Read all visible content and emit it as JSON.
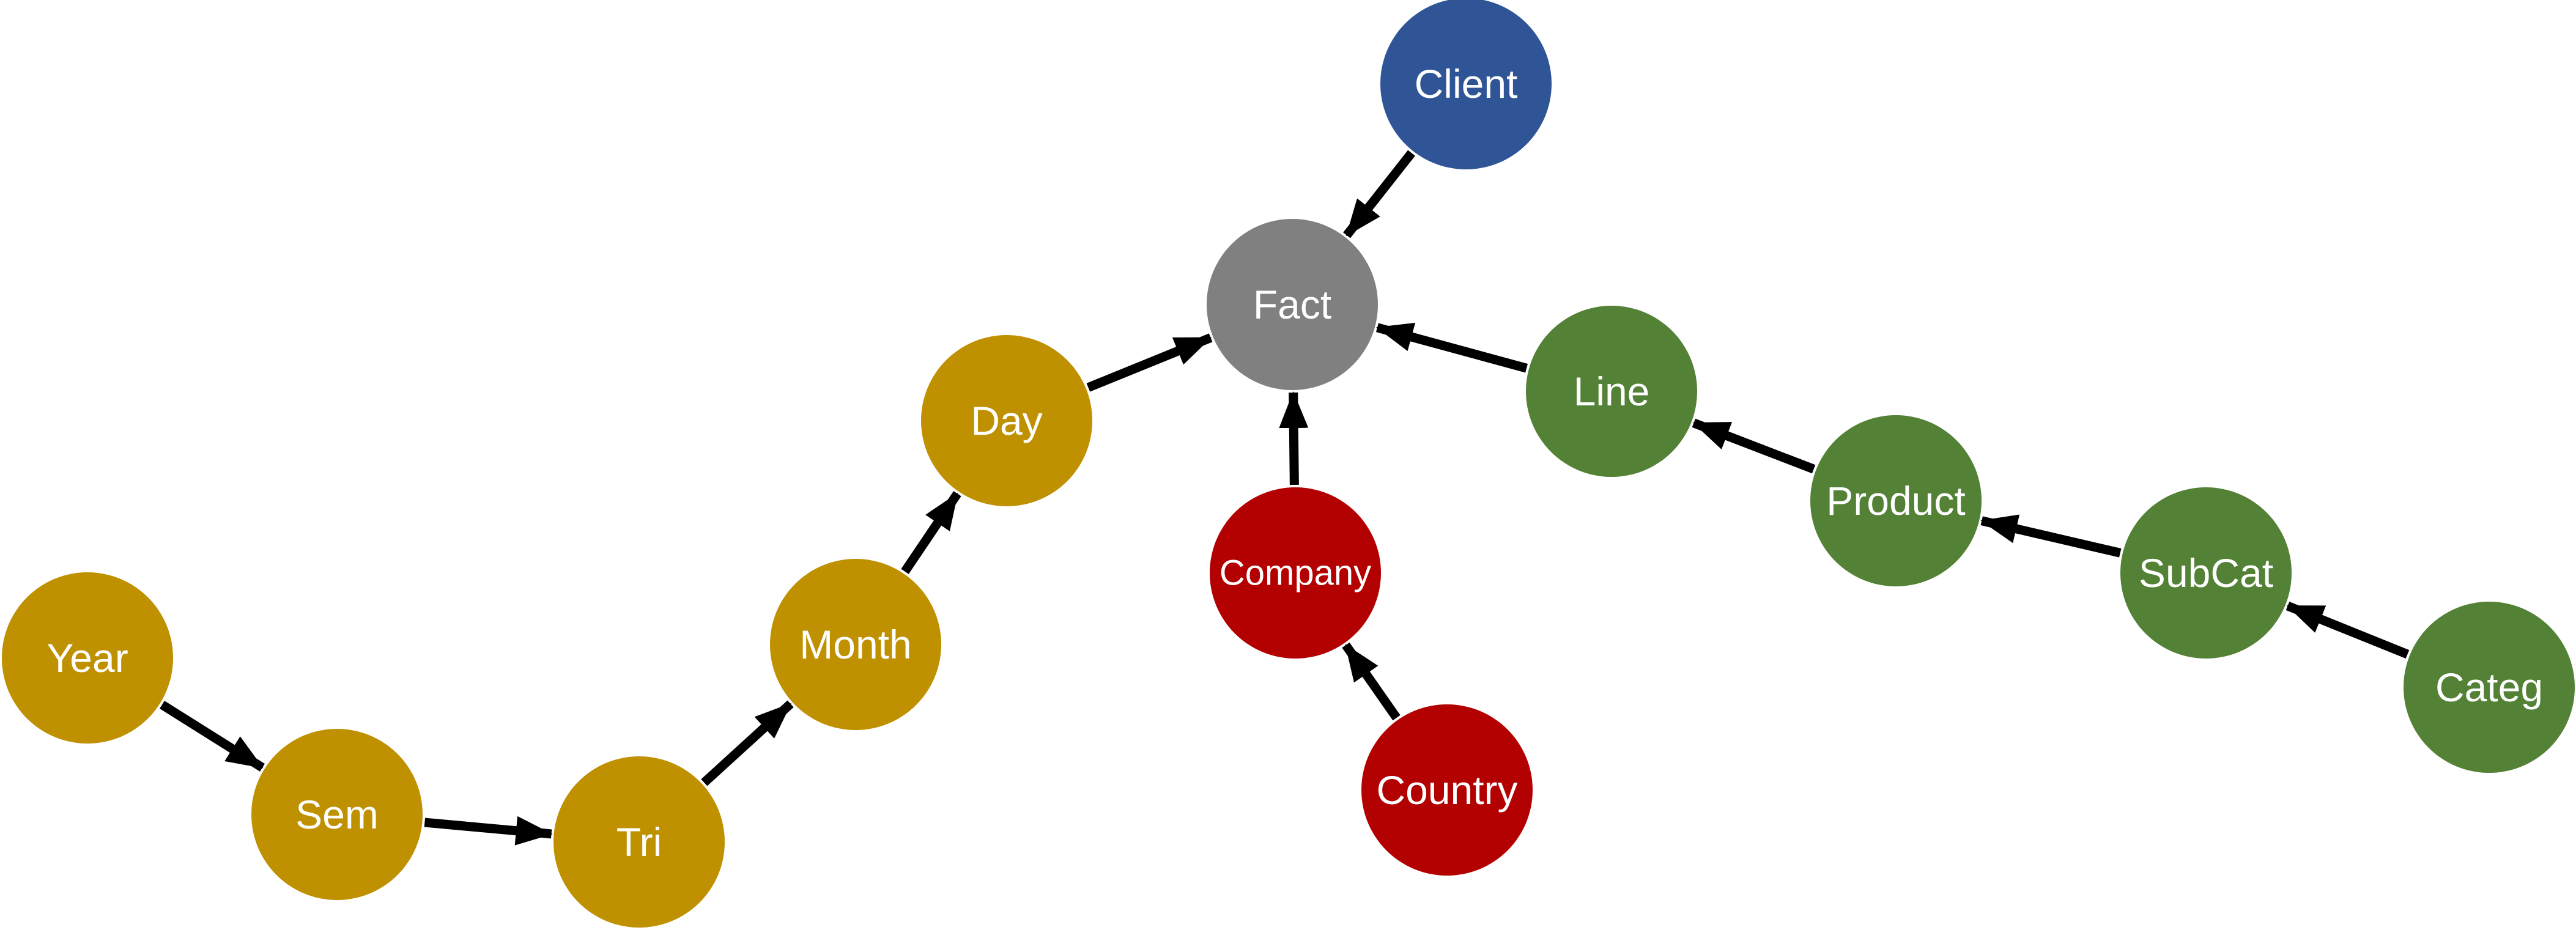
{
  "colors": {
    "gold": "#BF9000",
    "gray": "#808080",
    "blue": "#2F5597",
    "red": "#B30000",
    "green": "#538135",
    "label": "#FFFFFF",
    "edge": "#000000"
  },
  "nodes": [
    {
      "id": "client",
      "label": "Client",
      "color": "blue"
    },
    {
      "id": "fact",
      "label": "Fact",
      "color": "gray"
    },
    {
      "id": "day",
      "label": "Day",
      "color": "gold"
    },
    {
      "id": "month",
      "label": "Month",
      "color": "gold"
    },
    {
      "id": "tri",
      "label": "Tri",
      "color": "gold"
    },
    {
      "id": "sem",
      "label": "Sem",
      "color": "gold"
    },
    {
      "id": "year",
      "label": "Year",
      "color": "gold"
    },
    {
      "id": "company",
      "label": "Company",
      "color": "red"
    },
    {
      "id": "country",
      "label": "Country",
      "color": "red"
    },
    {
      "id": "line",
      "label": "Line",
      "color": "green"
    },
    {
      "id": "product",
      "label": "Product",
      "color": "green"
    },
    {
      "id": "subcat",
      "label": "SubCat",
      "color": "green"
    },
    {
      "id": "categ",
      "label": "Categ",
      "color": "green"
    }
  ],
  "edges": [
    {
      "from": "client",
      "to": "fact"
    },
    {
      "from": "day",
      "to": "fact"
    },
    {
      "from": "company",
      "to": "fact"
    },
    {
      "from": "line",
      "to": "fact"
    },
    {
      "from": "month",
      "to": "day"
    },
    {
      "from": "tri",
      "to": "month"
    },
    {
      "from": "sem",
      "to": "tri"
    },
    {
      "from": "year",
      "to": "sem"
    },
    {
      "from": "country",
      "to": "company"
    },
    {
      "from": "product",
      "to": "line"
    },
    {
      "from": "subcat",
      "to": "product"
    },
    {
      "from": "categ",
      "to": "subcat"
    }
  ]
}
